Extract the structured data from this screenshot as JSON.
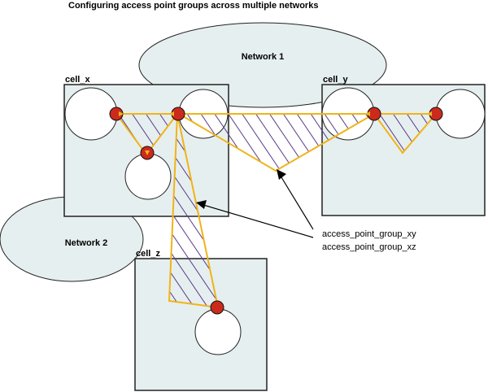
{
  "title": "Configuring access point groups across multiple networks",
  "networks": {
    "network_1": "Network 1",
    "network_2": "Network 2"
  },
  "cells": {
    "cell_x": "cell_x",
    "cell_y": "cell_y",
    "cell_z": "cell_z"
  },
  "legend": {
    "group_xy": "access_point_group_xy",
    "group_xz": "access_point_group_xz"
  },
  "colors": {
    "cell_fill": "#e6efef",
    "network_fill": "#e6efef",
    "line": "#f0b418",
    "hatch": "#5a3a8a",
    "access_point": "#cc2a1c"
  }
}
